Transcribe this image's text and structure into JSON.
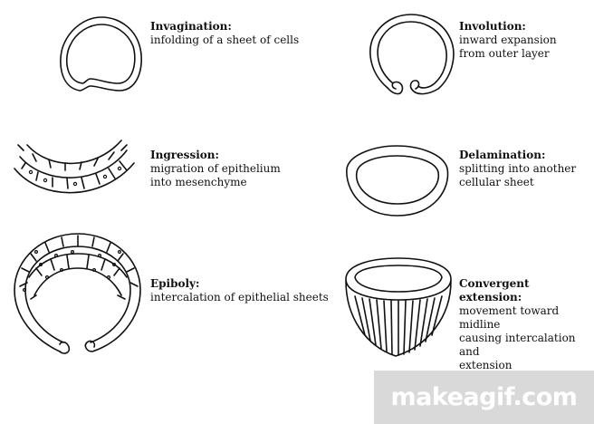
{
  "processes": [
    {
      "title": "Invagination:",
      "desc": "infolding of a sheet of cells",
      "icon": "invagination-icon"
    },
    {
      "title": "Involution:",
      "desc": "inward expansion\nfrom outer layer",
      "icon": "involution-icon"
    },
    {
      "title": "Ingression:",
      "desc": "migration of epithelium\ninto mesenchyme",
      "icon": "ingression-icon"
    },
    {
      "title": "Delamination:",
      "desc": "splitting into another\ncellular sheet",
      "icon": "delamination-icon"
    },
    {
      "title": "Epiboly:",
      "desc": "intercalation of epithelial sheets",
      "icon": "epiboly-icon"
    },
    {
      "title": "Convergent extension:",
      "desc": "movement toward midline\ncausing intercalation and\nextension",
      "icon": "convergent-extension-icon"
    }
  ],
  "watermark": "makeagif.com",
  "colors": {
    "stroke": "#111111",
    "watermark_bg": "#d9d9d9"
  }
}
